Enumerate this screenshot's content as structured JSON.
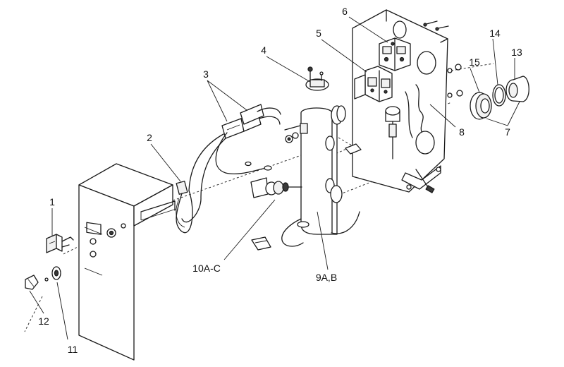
{
  "callouts": [
    {
      "id": "c1",
      "text": "1"
    },
    {
      "id": "c2",
      "text": "2"
    },
    {
      "id": "c3",
      "text": "3"
    },
    {
      "id": "c4",
      "text": "4"
    },
    {
      "id": "c5",
      "text": "5"
    },
    {
      "id": "c6",
      "text": "6"
    },
    {
      "id": "c7",
      "text": "7"
    },
    {
      "id": "c8",
      "text": "8"
    },
    {
      "id": "c9",
      "text": "9A,B"
    },
    {
      "id": "c10",
      "text": "10A-C"
    },
    {
      "id": "c11",
      "text": "11"
    },
    {
      "id": "c12",
      "text": "12"
    },
    {
      "id": "c13",
      "text": "13"
    },
    {
      "id": "c14",
      "text": "14"
    },
    {
      "id": "c15",
      "text": "15"
    }
  ]
}
